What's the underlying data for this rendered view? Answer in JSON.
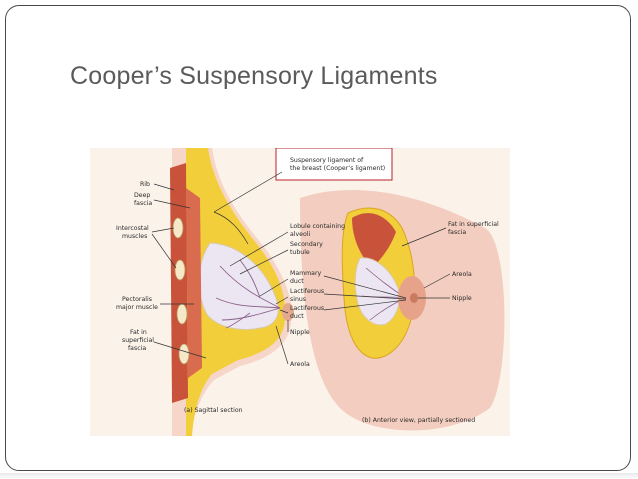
{
  "slide": {
    "title": "Cooper’s Suspensory Ligaments"
  },
  "diagram": {
    "callout": {
      "line1": "Suspensory ligament of",
      "line2": "the breast (Cooper’s ligament)"
    },
    "left_labels": {
      "rib": "Rib",
      "deep_fascia_1": "Deep",
      "deep_fascia_2": "fascia",
      "intercostal_1": "Intercostal",
      "intercostal_2": "muscles",
      "pectoralis_1": "Pectoralis",
      "pectoralis_2": "major muscle",
      "fat_1": "Fat in",
      "fat_2": "superficial",
      "fat_3": "fascia"
    },
    "middle_labels": {
      "lobule_1": "Lobule containing",
      "lobule_2": "alveoli",
      "secondary_1": "Secondary",
      "secondary_2": "tubule",
      "mammary_1": "Mammary",
      "mammary_2": "duct",
      "sinus_1": "Lactiferous",
      "sinus_2": "sinus",
      "lduct_1": "Lactiferous",
      "lduct_2": "duct",
      "nipple": "Nipple",
      "areola": "Areola"
    },
    "right_labels": {
      "fat_1": "Fat in superficial",
      "fat_2": "fascia",
      "areola": "Areola",
      "nipple": "Nipple"
    },
    "captions": {
      "sagittal": "(a) Sagittal section",
      "anterior": "(b) Anterior view, partially sectioned"
    },
    "colors": {
      "fat": "#f2cf3a",
      "muscle": "#c8533a",
      "skin": "#f3cdbf",
      "gland": "#ece6f2",
      "callout_border": "#b8202a"
    }
  }
}
